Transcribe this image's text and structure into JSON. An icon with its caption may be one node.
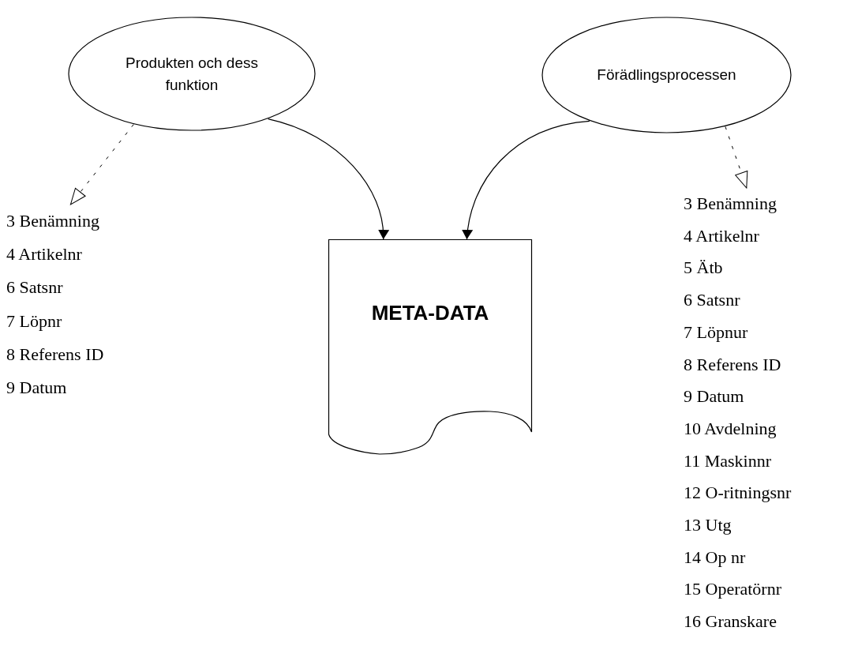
{
  "diagram": {
    "nodes": [
      {
        "text": [
          "Produkten och dess funktion"
        ]
      },
      {
        "text": [
          "Förädlingsprocessen"
        ]
      },
      {
        "text": [
          "META-DATA"
        ]
      },
      {
        "text": [
          "3 Benämning",
          "4 Artikelnr",
          "6 Satsnr",
          "7 Löpnr",
          "8 Referens ID",
          "9 Datum"
        ]
      },
      {
        "text": [
          "3 Benämning",
          "4 Artikelnr",
          "5 Ätb",
          "6 Satsnr",
          "7 Löpnur",
          "8 Referens ID",
          "9 Datum",
          "10 Avdelning",
          "11 Maskinnr",
          "12 O-ritningsnr",
          "13 Utg",
          "14 Op nr",
          "15 Operatörnr",
          "16 Granskare"
        ]
      }
    ],
    "edges": [
      {
        "from": 0,
        "to": 3,
        "arrow": "to",
        "style": "dashed"
      },
      {
        "from": 0,
        "to": 2,
        "arrow": "to"
      },
      {
        "from": 1,
        "to": 2,
        "arrow": "to"
      },
      {
        "from": 1,
        "to": 4,
        "arrow": "to",
        "style": "dashed"
      }
    ]
  }
}
